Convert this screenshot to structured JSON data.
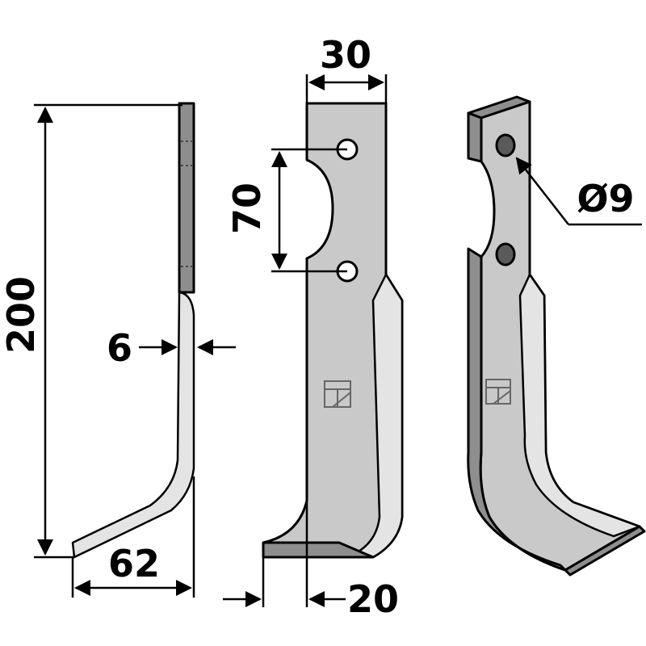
{
  "dimensions": {
    "height": "200",
    "thickness": "6",
    "bend_width": "62",
    "top_width": "30",
    "hole_spacing": "70",
    "hole_diameter": "Ø9",
    "foot_width": "20"
  }
}
